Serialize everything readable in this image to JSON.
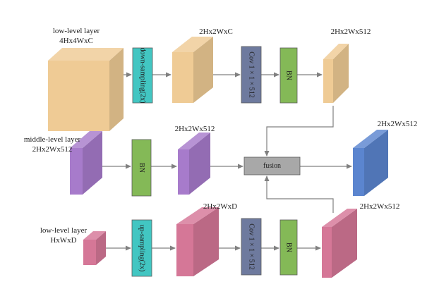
{
  "colors": {
    "tan": "#EFCB95",
    "purple": "#A77BCB",
    "blue": "#5B85CF",
    "pink": "#D57797",
    "teal": "#42C6C2",
    "green": "#84B957",
    "slate": "#6E7A9E",
    "fusion": "#A8A8A8",
    "arrow": "#808080"
  },
  "labels": {
    "low_top_1": "low-level layer",
    "low_top_2": "4Hx4WxC",
    "top_mid": "2Hx2WxC",
    "top_right": "2Hx2Wx512",
    "mid_left_1": "middle-level layer",
    "mid_left_2": "2Hx2Wx512",
    "mid_center": "2Hx2Wx512",
    "mid_right": "2Hx2Wx512",
    "bottom_mid": "2Hx2WxD",
    "bottom_right": "2Hx2Wx512",
    "low_bottom_1": "low-level layer",
    "low_bottom_2": "HxWxD"
  },
  "ops": {
    "down_sampling": "down-sampling(2x)",
    "conv_top": "Cov 1 × 1 × 512",
    "bn_top": "BN",
    "bn_mid": "BN",
    "fusion": "fusion",
    "up_sampling": "up-sampling(2x)",
    "conv_bottom": "Cov 1 × 1 × 512",
    "bn_bottom": "BN"
  }
}
